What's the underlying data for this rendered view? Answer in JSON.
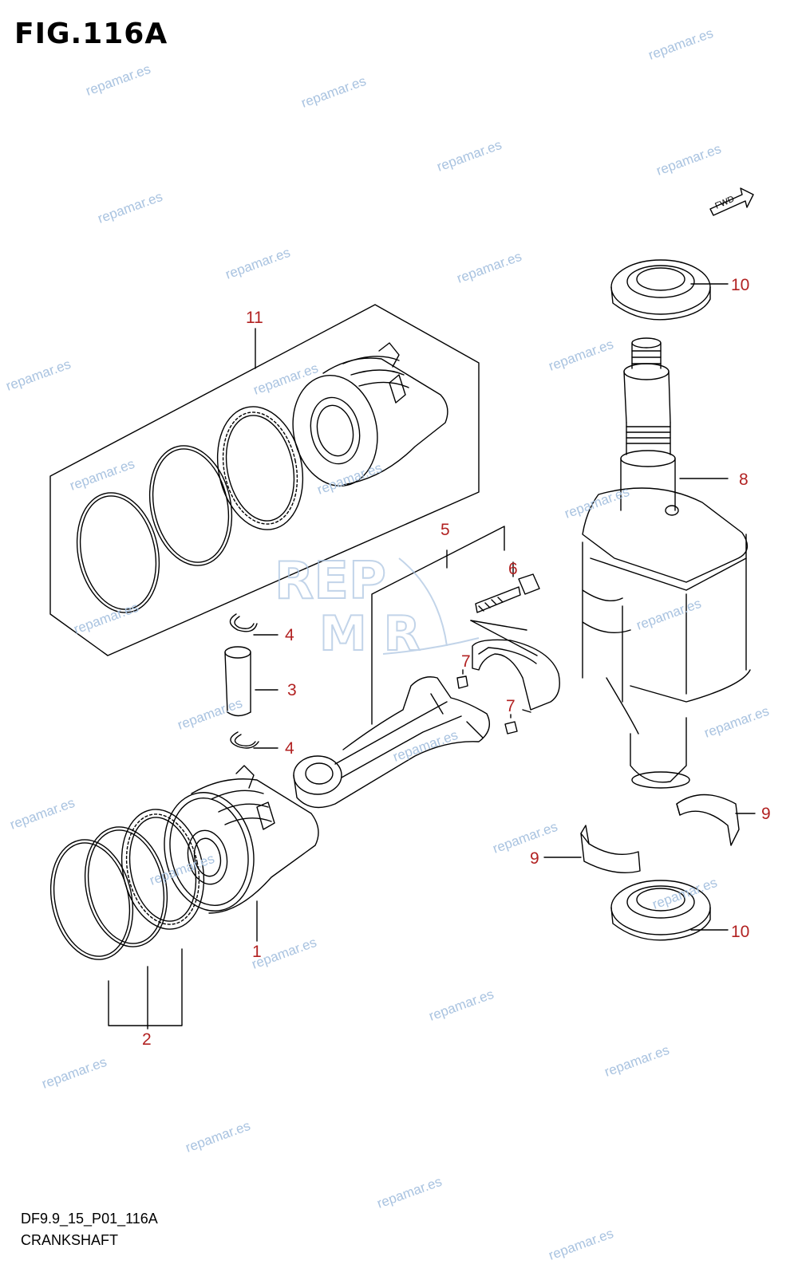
{
  "figure": {
    "title": "FIG.116A",
    "code": "DF9.9_15_P01_116A",
    "caption": "CRANKSHAFT"
  },
  "callouts": {
    "c1": "1",
    "c2": "2",
    "c3": "3",
    "c4a": "4",
    "c4b": "4",
    "c5": "5",
    "c6": "6",
    "c7a": "7",
    "c7b": "7",
    "c8": "8",
    "c9a": "9",
    "c9b": "9",
    "c10a": "10",
    "c10b": "10",
    "c11": "11"
  },
  "fwd_label": "FWD",
  "watermark": {
    "text": "repamar.es",
    "logo_line1": "REP",
    "logo_line2": "M  R"
  },
  "colors": {
    "callout": "#b22222",
    "watermark": "#a9c3e0",
    "line": "#000000"
  }
}
